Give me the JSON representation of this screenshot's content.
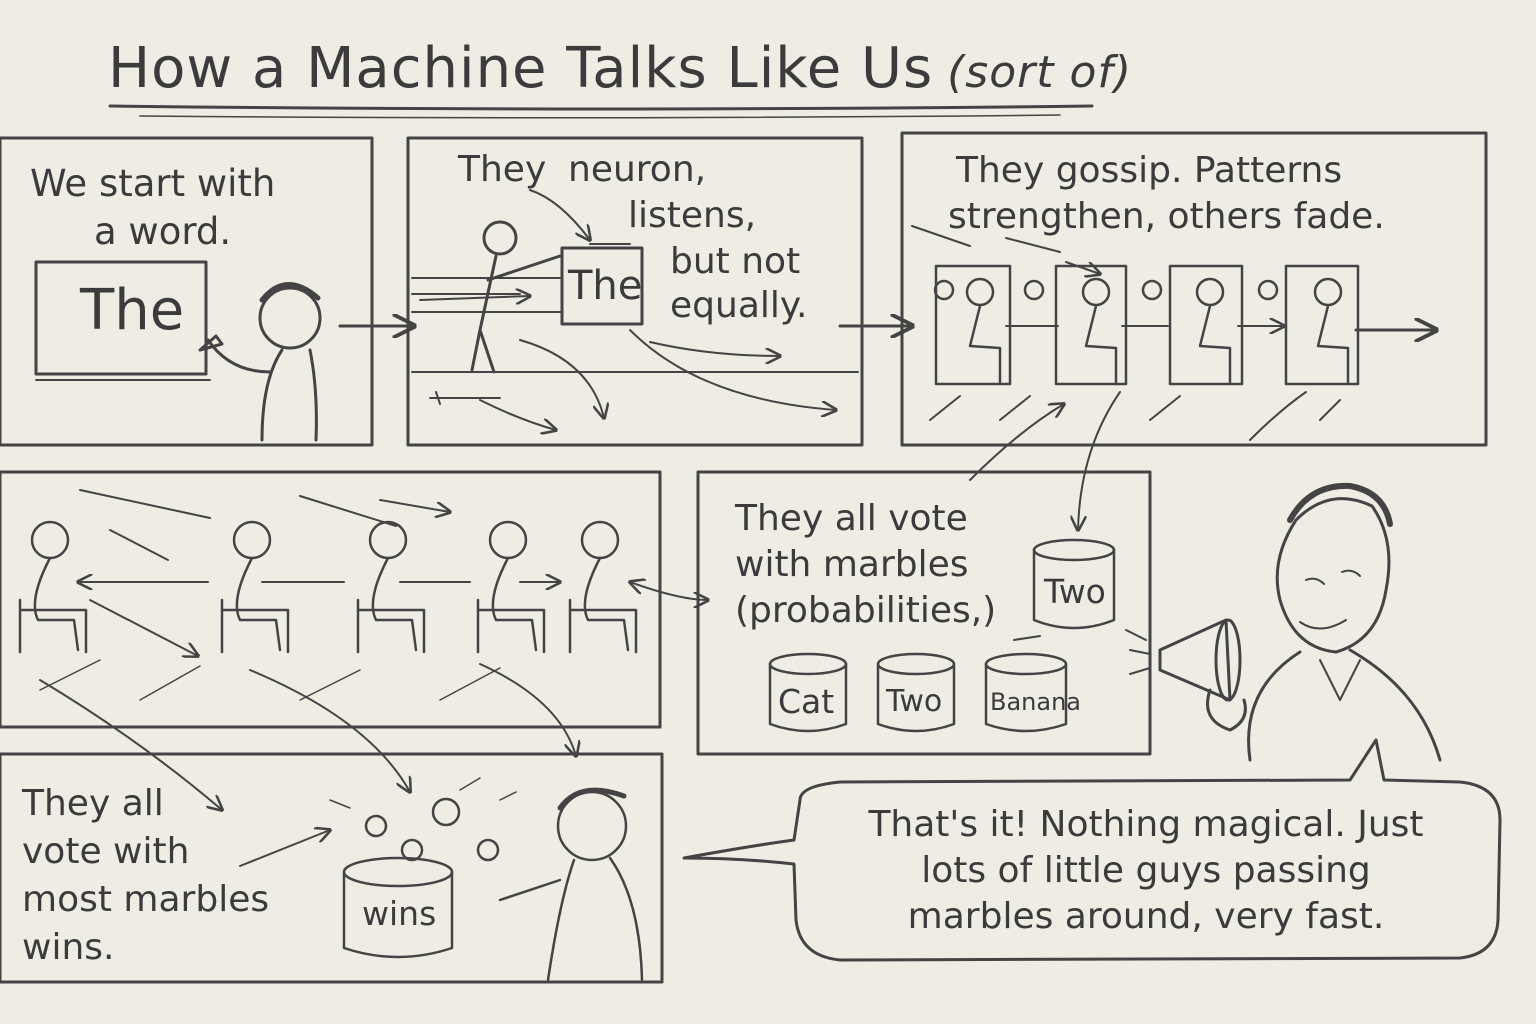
{
  "title": {
    "main": "How a Machine Talks Like Us",
    "sub": "(sort of)"
  },
  "panel1": {
    "line1": "We start with",
    "line2": "a word.",
    "board_word": "The"
  },
  "panel2": {
    "w_they": "They",
    "w_neuron": "neuron,",
    "w_listens": "listens,",
    "w_butnot": "but not",
    "w_equally": "equally.",
    "box_word": "The"
  },
  "panel3": {
    "line1": "They gossip. Patterns",
    "line2": "strengthen, others fade."
  },
  "panel5": {
    "line1": "They all vote",
    "line2": "with marbles",
    "line3": "(probabilities,)",
    "jar_top": "Two",
    "jars": [
      "Cat",
      "Two",
      "Banana"
    ]
  },
  "panel6": {
    "lines": [
      "They all",
      "vote with",
      "most marbles",
      "wins."
    ],
    "jar": "wins"
  },
  "bubble": {
    "lines": [
      "That's it! Nothing magical. Just",
      "lots of little guys passing",
      "marbles around, very fast."
    ]
  }
}
